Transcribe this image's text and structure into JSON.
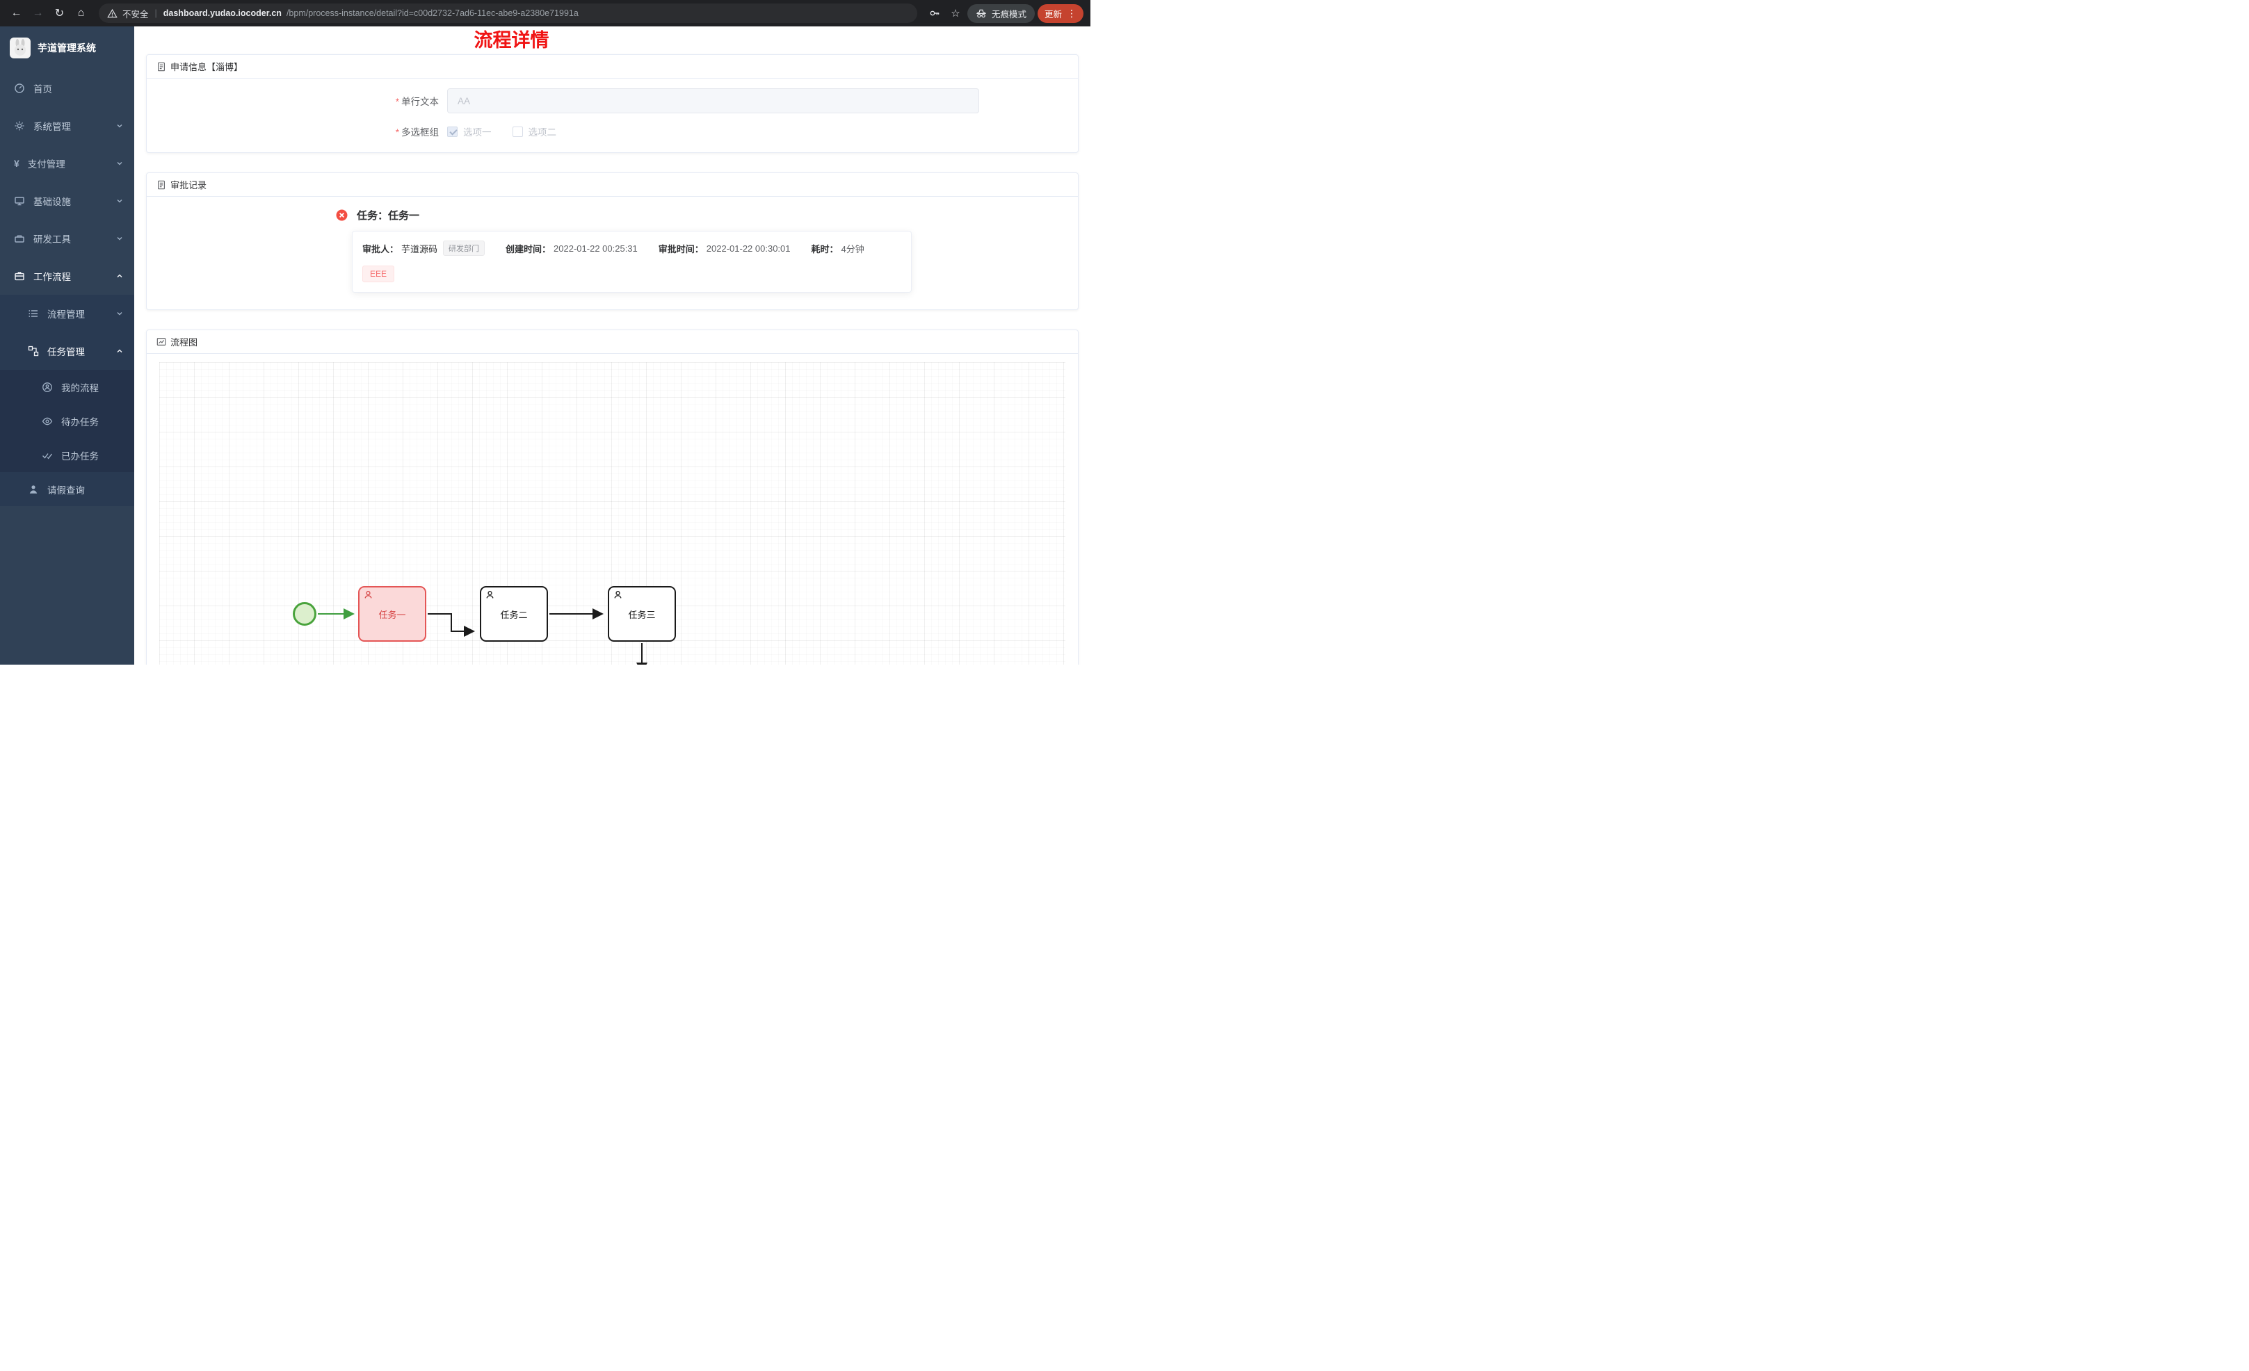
{
  "browser": {
    "security_warning": "不安全",
    "url_host": "dashboard.yudao.iocoder.cn",
    "url_path": "/bpm/process-instance/detail?id=c00d2732-7ad6-11ec-abe9-a2380e71991a",
    "incognito_label": "无痕模式",
    "update_label": "更新"
  },
  "icons": {
    "back": "←",
    "forward": "→",
    "refresh": "↻",
    "home": "⌂",
    "star": "☆",
    "kebab": "⋮",
    "divider": "|",
    "yen": "¥"
  },
  "sidebar": {
    "logo_title": "芋道管理系统",
    "home": "首页",
    "system": "系统管理",
    "payment": "支付管理",
    "infra": "基础设施",
    "devtools": "研发工具",
    "workflow": "工作流程",
    "process_mgmt": "流程管理",
    "task_mgmt": "任务管理",
    "my_process": "我的流程",
    "todo_tasks": "待办任务",
    "done_tasks": "已办任务",
    "leave_query": "请假查询"
  },
  "page": {
    "title": "流程详情",
    "required_mark": "*",
    "apply_card": {
      "title": "申请信息【淄博】",
      "field_text": {
        "label": "单行文本",
        "placeholder": "AA"
      },
      "field_checkbox": {
        "label": "多选框组",
        "options": [
          {
            "label": "选项一",
            "checked": true
          },
          {
            "label": "选项二",
            "checked": false
          }
        ]
      }
    },
    "approval_card": {
      "title": "审批记录",
      "task_title": "任务：任务一",
      "approver_label": "审批人：",
      "approver": "芋道源码",
      "dept_tag": "研发部门",
      "create_label": "创建时间：",
      "create_time": "2022-01-22 00:25:31",
      "approve_label": "审批时间：",
      "approve_time": "2022-01-22 00:30:01",
      "duration_label": "耗时：",
      "duration": "4分钟",
      "comment_tag": "EEE"
    },
    "diagram_card": {
      "title": "流程图",
      "tasks": [
        "任务一",
        "任务二",
        "任务三"
      ]
    }
  },
  "colors": {
    "title_red": "#f01414",
    "sidebar_bg": "#304156",
    "danger": "#f56c6c",
    "task_highlight_border": "#e45656",
    "task_highlight_fill": "#fbd9d9",
    "start_event_green": "#49a33c",
    "update_pill": "#c5432f"
  }
}
